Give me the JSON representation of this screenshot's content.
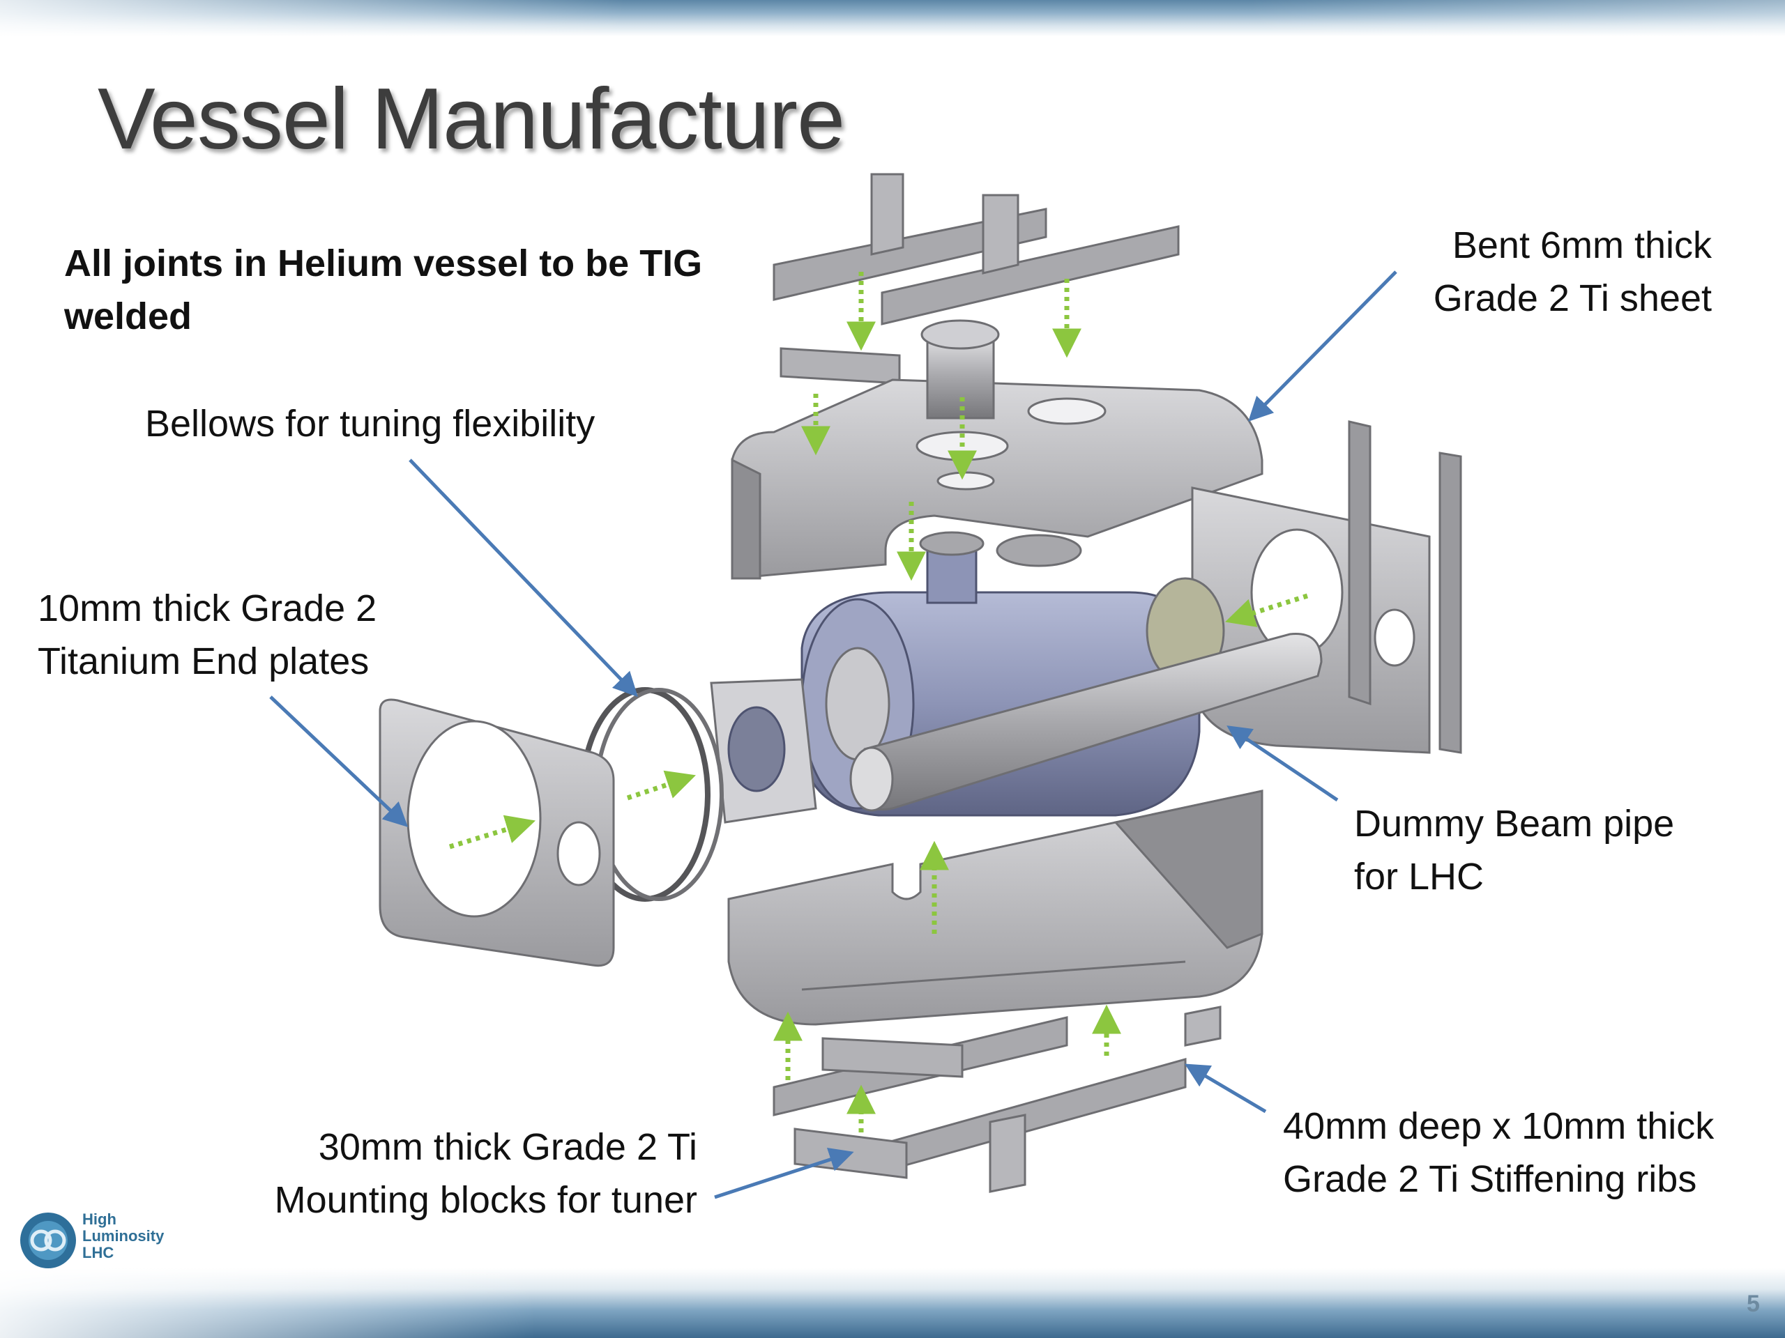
{
  "slide": {
    "title": "Vessel Manufacture",
    "note": "All joints in Helium vessel to be TIG welded",
    "page_number": "5"
  },
  "callouts": {
    "bellows": "Bellows for tuning flexibility",
    "end_plates": "10mm thick Grade 2\nTitanium End plates",
    "ti_sheet": "Bent 6mm thick\nGrade 2 Ti sheet",
    "beam_pipe": "Dummy Beam pipe\nfor LHC",
    "stiffening_ribs": "40mm deep x 10mm thick\nGrade 2 Ti Stiffening ribs",
    "mounting_blocks": "30mm thick Grade 2 Ti\nMounting blocks for tuner"
  },
  "logo": {
    "line1": "High",
    "line2": "Luminosity",
    "line3": "LHC"
  },
  "colors": {
    "arrow_blue": "#4a7ab5",
    "arrow_green": "#8cc63f",
    "metal_light": "#c9c9cc",
    "metal_dark": "#8a8a8e",
    "cavity_blue": "#8f96b8"
  }
}
